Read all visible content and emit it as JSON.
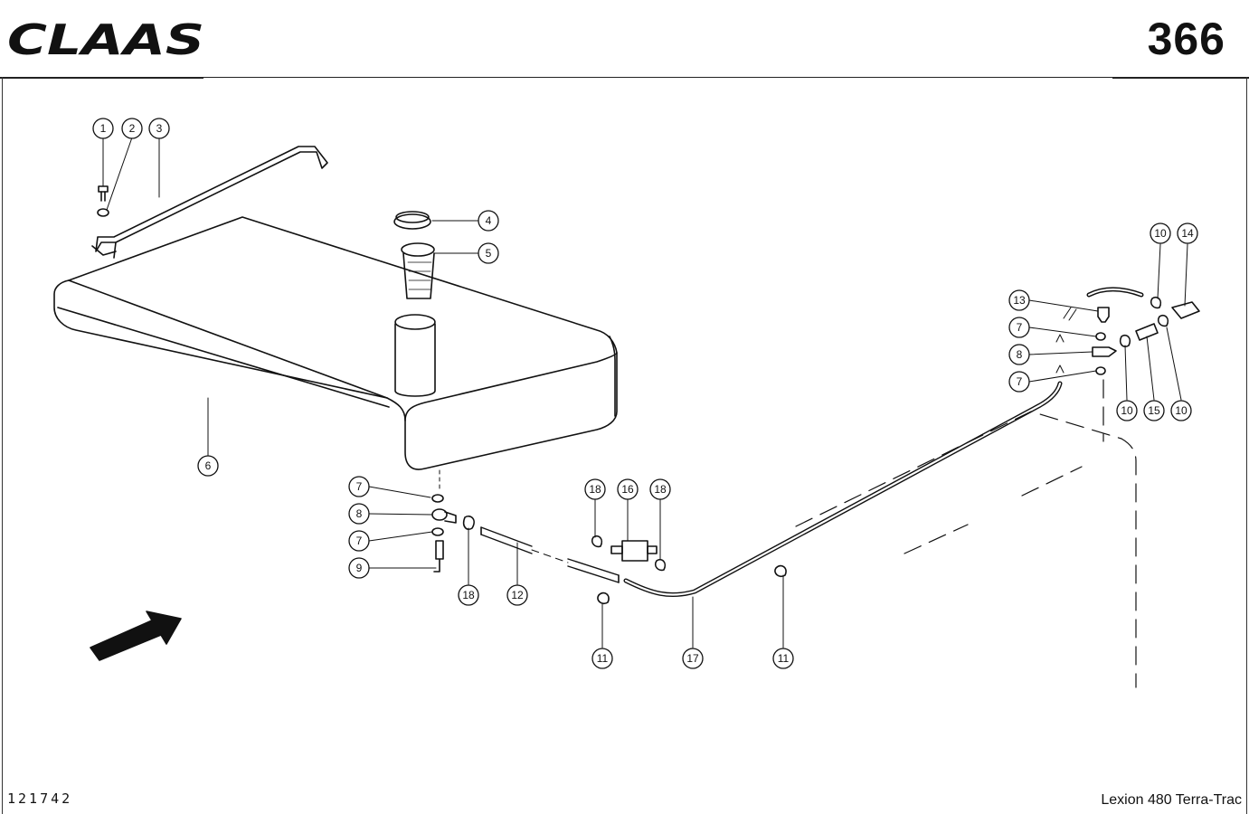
{
  "header": {
    "brand": "CLAAS",
    "page_number": "366"
  },
  "footer": {
    "drawing_number": "121742",
    "model": "Lexion 480 Terra-Trac"
  },
  "callouts": {
    "c1": "1",
    "c2": "2",
    "c3": "3",
    "c4": "4",
    "c5": "5",
    "c6": "6",
    "c7a": "7",
    "c8a": "8",
    "c7b": "7",
    "c9": "9",
    "c18a": "18",
    "c12": "12",
    "c11a": "11",
    "c18b": "18",
    "c16": "16",
    "c18c": "18",
    "c17": "17",
    "c11b": "11",
    "c13": "13",
    "c7c": "7",
    "c8b": "8",
    "c7d": "7",
    "c10a": "10",
    "c14": "14",
    "c10b": "10",
    "c15": "15",
    "c10c": "10"
  }
}
